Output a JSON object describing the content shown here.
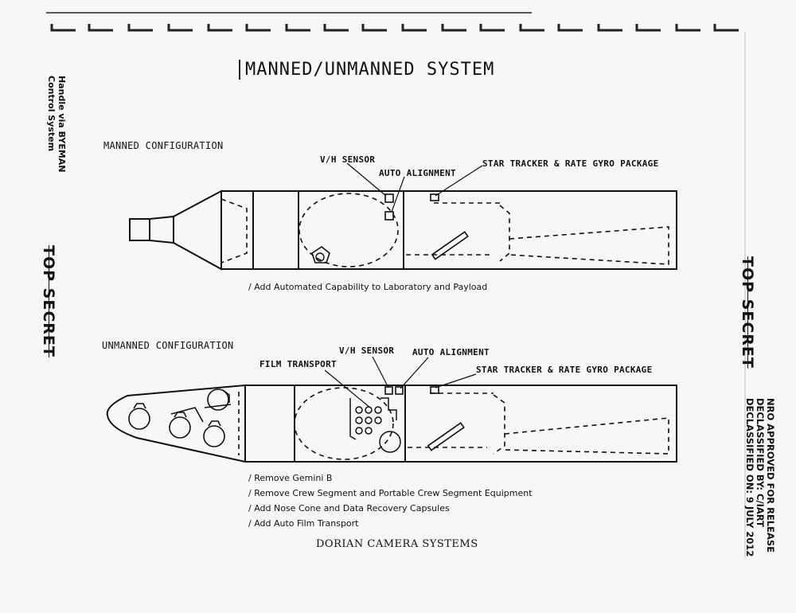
{
  "title": "MANNED/UNMANNED SYSTEM",
  "side_note": [
    "Handle via BYEMAN",
    "Control System"
  ],
  "classification": "TOP SECRET",
  "manned": {
    "heading": "MANNED CONFIGURATION",
    "labels": {
      "vh_sensor": "V/H SENSOR",
      "auto_alignment": "AUTO ALIGNMENT",
      "star_tracker": "STAR TRACKER & RATE GYRO PACKAGE"
    },
    "notes": [
      "/ Add Automated Capability to Laboratory and Payload"
    ]
  },
  "unmanned": {
    "heading": "UNMANNED CONFIGURATION",
    "labels": {
      "film_transport": "FILM TRANSPORT",
      "vh_sensor": "V/H SENSOR",
      "auto_alignment": "AUTO ALIGNMENT",
      "star_tracker": "STAR TRACKER & RATE GYRO PACKAGE"
    },
    "notes": [
      "/ Remove Gemini B",
      "/ Remove Crew Segment and Portable Crew Segment Equipment",
      "/ Add Nose Cone and Data Recovery Capsules",
      "/ Add Auto Film Transport"
    ]
  },
  "footer": "DORIAN CAMERA SYSTEMS",
  "release": [
    "NRO APPROVED FOR RELEASE",
    "DECLASSIFIED BY: C/IART",
    "DECLASSIFIED ON: 9 JULY 2012"
  ]
}
